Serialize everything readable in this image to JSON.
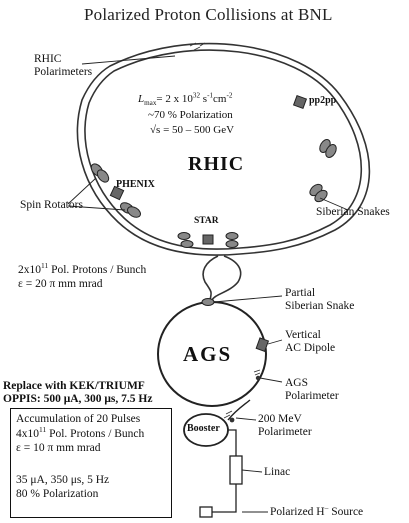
{
  "title": "Polarized Proton Collisions at BNL",
  "rhic": {
    "label": "RHIC",
    "lmax_prefix": "L",
    "lmax_sub": "max",
    "lmax_eq": "= 2 x 10",
    "lmax_exp": "32",
    "lmax_unit1": " s",
    "lmax_unit1_exp": "-1",
    "lmax_unit2": "cm",
    "lmax_unit2_exp": "-2",
    "polarization": "~70 % Polarization",
    "energy_sym": "√s",
    "energy": "= 50 – 500 GeV"
  },
  "labels": {
    "rhic_polarimeters_1": "RHIC",
    "rhic_polarimeters_2": "Polarimeters",
    "pp2pp": "pp2pp",
    "phenix": "PHENIX",
    "spin_rotators": "Spin Rotators",
    "siberian_snakes": "Siberian Snakes",
    "star": "STAR",
    "partial_snake_1": "Partial",
    "partial_snake_2": "Siberian Snake",
    "vertical_dipole_1": "Vertical",
    "vertical_dipole_2": "AC Dipole",
    "ags_polarimeter_1": "AGS",
    "ags_polarimeter_2": "Polarimeter",
    "mev_polarimeter_1": "200 MeV",
    "mev_polarimeter_2": "Polarimeter",
    "linac": "Linac",
    "source_prefix": "Polarized H",
    "source_sup": "–",
    "source_suffix": " Source",
    "ags": "AGS",
    "booster": "Booster"
  },
  "bunch": {
    "line1_pre": "2x10",
    "line1_exp": "11",
    "line1_post": " Pol. Protons / Bunch",
    "line2": "ε = 20 π mm mrad"
  },
  "replace": {
    "line1": "Replace with KEK/TRIUMF",
    "line2": "OPPIS:  500 μA, 300 μs, 7.5 Hz"
  },
  "accumulation": {
    "line1": "Accumulation of 20 Pulses",
    "line2_pre": "4x10",
    "line2_exp": "11",
    "line2_post": " Pol. Protons / Bunch",
    "line3": "ε = 10 π mm mrad",
    "line4": "35 μA, 350 μs, 5 Hz",
    "line5": "80 % Polarization"
  },
  "colors": {
    "line": "#222222",
    "magnet": "#777777",
    "magnet_dark": "#444444"
  }
}
